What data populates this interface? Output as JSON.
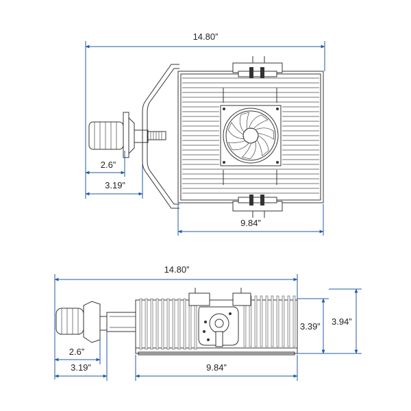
{
  "colors": {
    "dimension_line": "#1f5aa6",
    "drawing_ink": "#333333",
    "background": "#ffffff"
  },
  "top_view": {
    "overall_length": "14.80”",
    "base_short": "2.6”",
    "base_long": "3.19”",
    "housing_length": "9.84”"
  },
  "side_view": {
    "overall_length": "14.80”",
    "base_short": "2.6”",
    "base_long": "3.19”",
    "housing_length": "9.84”",
    "height_inner": "3.39”",
    "height_outer": "3.94”"
  }
}
